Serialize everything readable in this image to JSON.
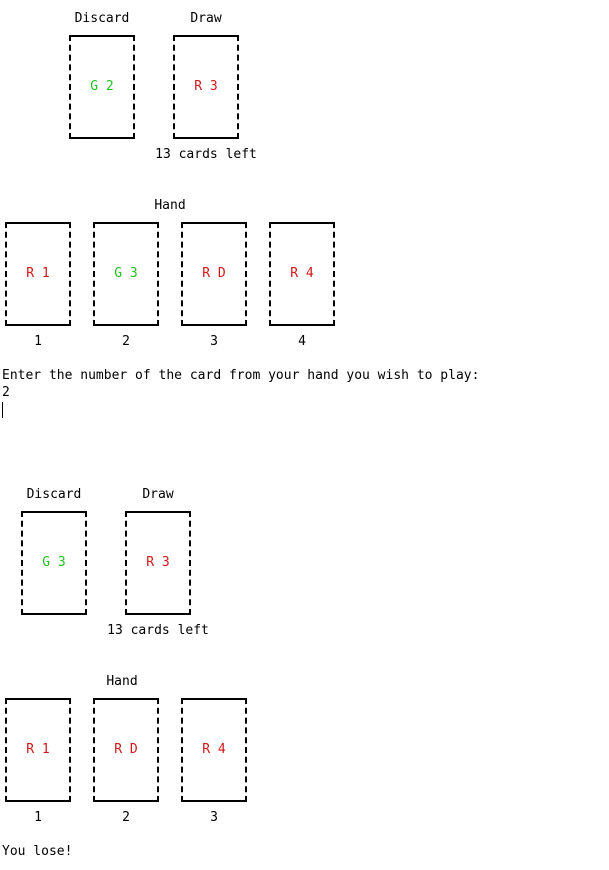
{
  "colors": {
    "G": "#22c022",
    "R": "#d01818"
  },
  "round1": {
    "discard_label": "Discard",
    "draw_label": "Draw",
    "discard_card": {
      "color": "G",
      "text": "G 2"
    },
    "draw_card": {
      "color": "R",
      "text": "R 3"
    },
    "cards_left": "13 cards left",
    "hand_label": "Hand",
    "hand": [
      {
        "color": "R",
        "text": "R 1",
        "index": "1"
      },
      {
        "color": "G",
        "text": "G 3",
        "index": "2"
      },
      {
        "color": "R",
        "text": "R D",
        "index": "3"
      },
      {
        "color": "R",
        "text": "R 4",
        "index": "4"
      }
    ],
    "prompt": "Enter the number of the card from your hand you wish to play:",
    "input": "2"
  },
  "round2": {
    "discard_label": "Discard",
    "draw_label": "Draw",
    "discard_card": {
      "color": "G",
      "text": "G 3"
    },
    "draw_card": {
      "color": "R",
      "text": "R 3"
    },
    "cards_left": "13 cards left",
    "hand_label": "Hand",
    "hand": [
      {
        "color": "R",
        "text": "R 1",
        "index": "1"
      },
      {
        "color": "R",
        "text": "R D",
        "index": "2"
      },
      {
        "color": "R",
        "text": "R 4",
        "index": "3"
      }
    ],
    "result": "You lose!"
  }
}
